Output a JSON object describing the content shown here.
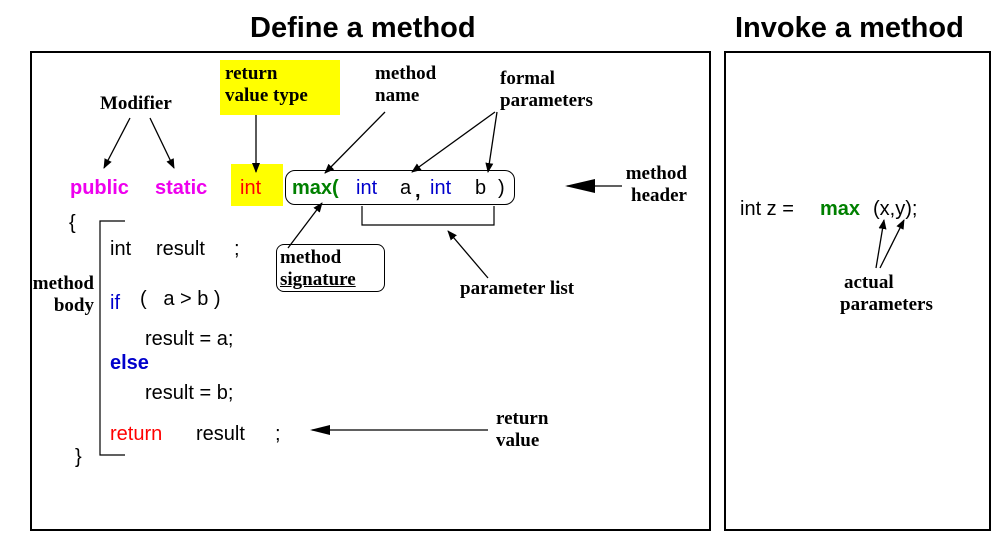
{
  "titles": {
    "define": "Define a method",
    "invoke": "Invoke a method"
  },
  "colors": {
    "modifier": "#ee00ee",
    "return_type": "#ff0000",
    "method_name": "#008000",
    "param_type": "#0000cc",
    "keyword": "#0000cc",
    "return_keyword": "#ff0000",
    "highlight": "#ffff00"
  },
  "code": {
    "public": "public",
    "static": "static",
    "return_type": "int",
    "method_name": "max(",
    "param1_type": "int",
    "param1_name": "a",
    "comma": ",",
    "param2_type": "int",
    "param2_name": "b",
    "close_paren": ")",
    "open_brace": "{",
    "decl_type": "int",
    "decl_name": "result",
    "decl_semicolon": ";",
    "if_keyword": "if",
    "if_condition": "(   a > b )",
    "then_stmt": "result = a;",
    "else_keyword": "else",
    "else_stmt": "result = b;",
    "return_keyword": "return",
    "return_value": "result",
    "return_semicolon": ";",
    "close_brace": "}"
  },
  "annotations": {
    "modifier": "Modifier",
    "return_value_type": [
      "return",
      "value type"
    ],
    "method_name": [
      "method",
      "name"
    ],
    "formal_parameters": [
      "formal",
      "parameters"
    ],
    "method_header": [
      "method",
      "header"
    ],
    "method_signature": [
      "method",
      "signature"
    ],
    "parameter_list": "parameter list",
    "method_body": [
      "method",
      "body"
    ],
    "return_value": [
      "return",
      "value"
    ],
    "actual_parameters": [
      "actual",
      "parameters"
    ]
  },
  "invoke": {
    "lhs": "int z =",
    "method": "max",
    "args": "(x,y);"
  }
}
